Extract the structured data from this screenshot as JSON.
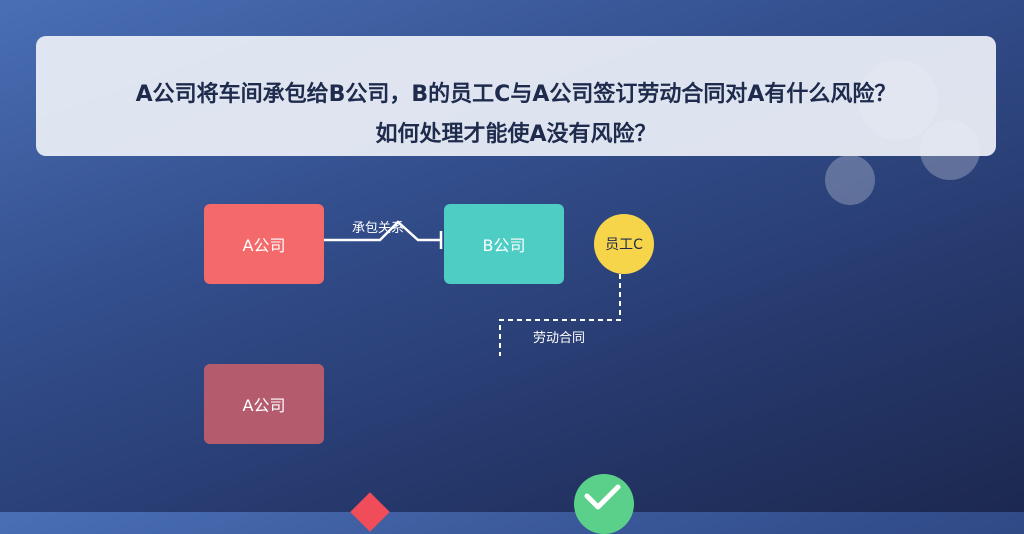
{
  "title": {
    "line1": "A公司将车间承包给B公司，B的员工C与A公司签订劳动合同对A有什么风险？",
    "line2": "如何处理才能使A没有风险？"
  },
  "nodes": {
    "company_a_top": "A公司",
    "company_b": "B公司",
    "employee_c": "员工C",
    "company_a_bottom": "A公司"
  },
  "edges": {
    "contracting_relation": "承包关系",
    "labor_contract": "劳动合同"
  },
  "colors": {
    "company_a": "#f46a6a",
    "company_b": "#4ecdc4",
    "employee_c": "#f7d54a",
    "company_a_alt": "#b45c6e",
    "check": "#5bd08a",
    "warning": "#f04c5a"
  },
  "icons": [
    "check-icon",
    "warning-diamond-icon"
  ]
}
